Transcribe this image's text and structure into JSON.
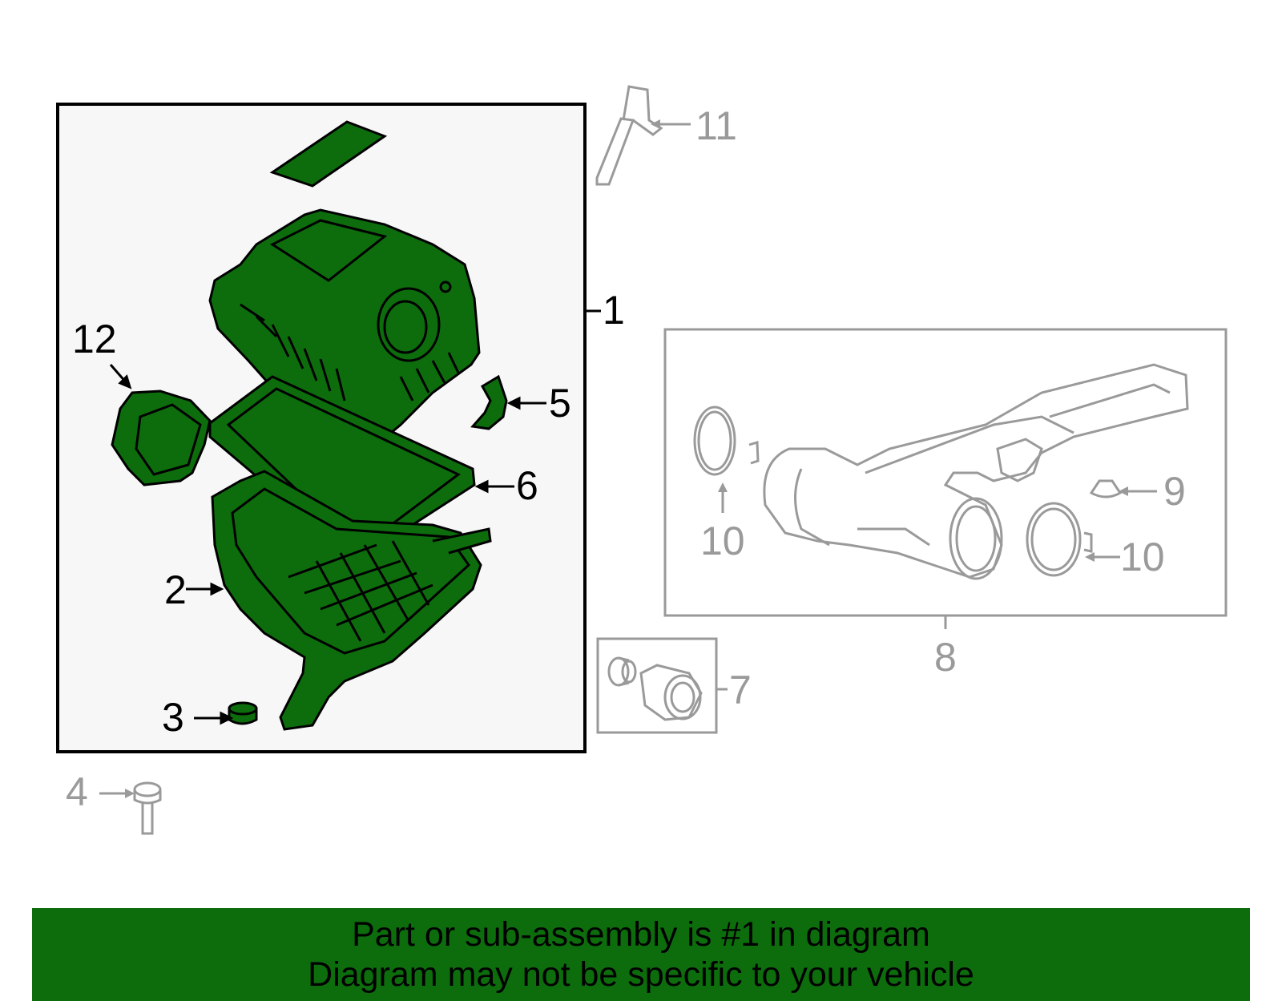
{
  "colors": {
    "highlight_fill": "#0d6d0d",
    "highlight_stroke": "#000000",
    "other_stroke": "#9a9a9a",
    "main_box_fill": "#f7f7f7",
    "banner_bg": "#0d6d0d"
  },
  "callouts": {
    "c1": "1",
    "c2": "2",
    "c3": "3",
    "c4": "4",
    "c5": "5",
    "c6": "6",
    "c7": "7",
    "c8": "8",
    "c9": "9",
    "c10a": "10",
    "c10b": "10",
    "c11": "11",
    "c12": "12"
  },
  "banner": {
    "line1": "Part or sub-assembly is #1 in diagram",
    "line2": "Diagram may not be specific to your vehicle"
  }
}
